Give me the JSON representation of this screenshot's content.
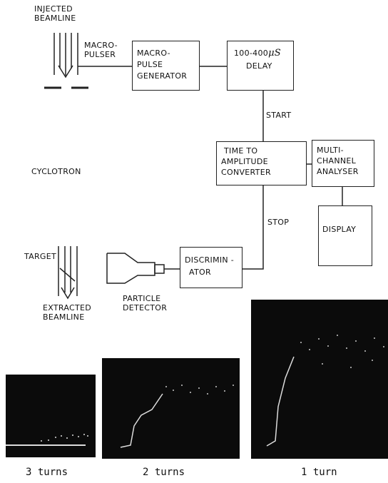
{
  "beamline": {
    "injected_line1": "INJECTED",
    "injected_line2": "BEAMLINE",
    "extracted_line1": "EXTRACTED",
    "extracted_line2": "BEAMLINE",
    "target": "TARGET"
  },
  "macropulser": {
    "line1": "MACRO-",
    "line2": "PULSER"
  },
  "macropulse_generator": {
    "line1": "MACRO-",
    "line2": "PULSE",
    "line3": "GENERATOR"
  },
  "delay": {
    "line1": "100-400",
    "unit": "μS",
    "line2": "DELAY"
  },
  "start_label": "START",
  "stop_label": "STOP",
  "cyclotron": "CYCLOTRON",
  "tac": {
    "line1": "TIME TO",
    "line2": "AMPLITUDE",
    "line3": "CONVERTER"
  },
  "mca": {
    "line1": "MULTI-",
    "line2": "CHANNEL",
    "line3": "ANALYSER"
  },
  "display": "DISPLAY",
  "discriminator": {
    "line1": "DISCRIMIN -",
    "line2": "ATOR"
  },
  "particle_detector": {
    "line1": "PARTICLE",
    "line2": "DETECTOR"
  },
  "panels": [
    {
      "caption": "3 turns"
    },
    {
      "caption": "2 turns"
    },
    {
      "caption": "1 turn"
    }
  ]
}
